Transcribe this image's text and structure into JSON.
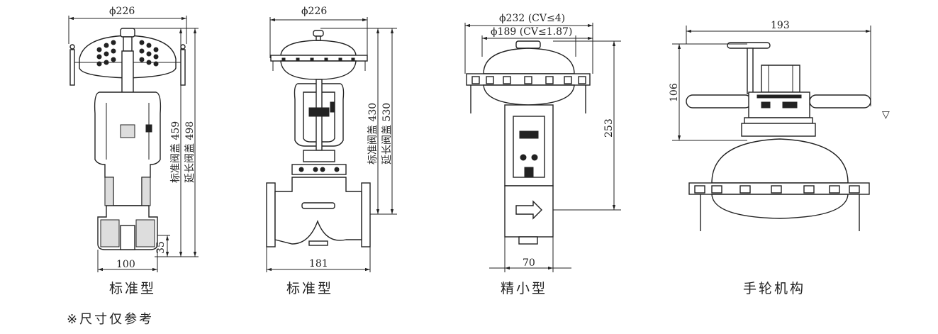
{
  "captions": {
    "standard_1": "标准型",
    "standard_2": "标准型",
    "compact": "精小型",
    "handwheel": "手轮机构"
  },
  "note": "※尺寸仅参考",
  "dimensions": {
    "d1_top": "ϕ226",
    "d1_bottom": "100",
    "d1_side_small": "35",
    "d1_height_a": "标准阀盖 459",
    "d1_height_b": "延长阀盖 498",
    "d2_top": "ϕ226",
    "d2_bottom": "181",
    "d2_height_a": "标准阀盖 430",
    "d2_height_b": "延长阀盖 530",
    "d3_top_a": "ϕ232 (CV≤4)",
    "d3_top_b": "ϕ189 (CV≤1.87)",
    "d3_height": "253",
    "d3_bottom": "70",
    "d4_top": "193",
    "d4_height": "106",
    "d4_symbol": "▽"
  }
}
